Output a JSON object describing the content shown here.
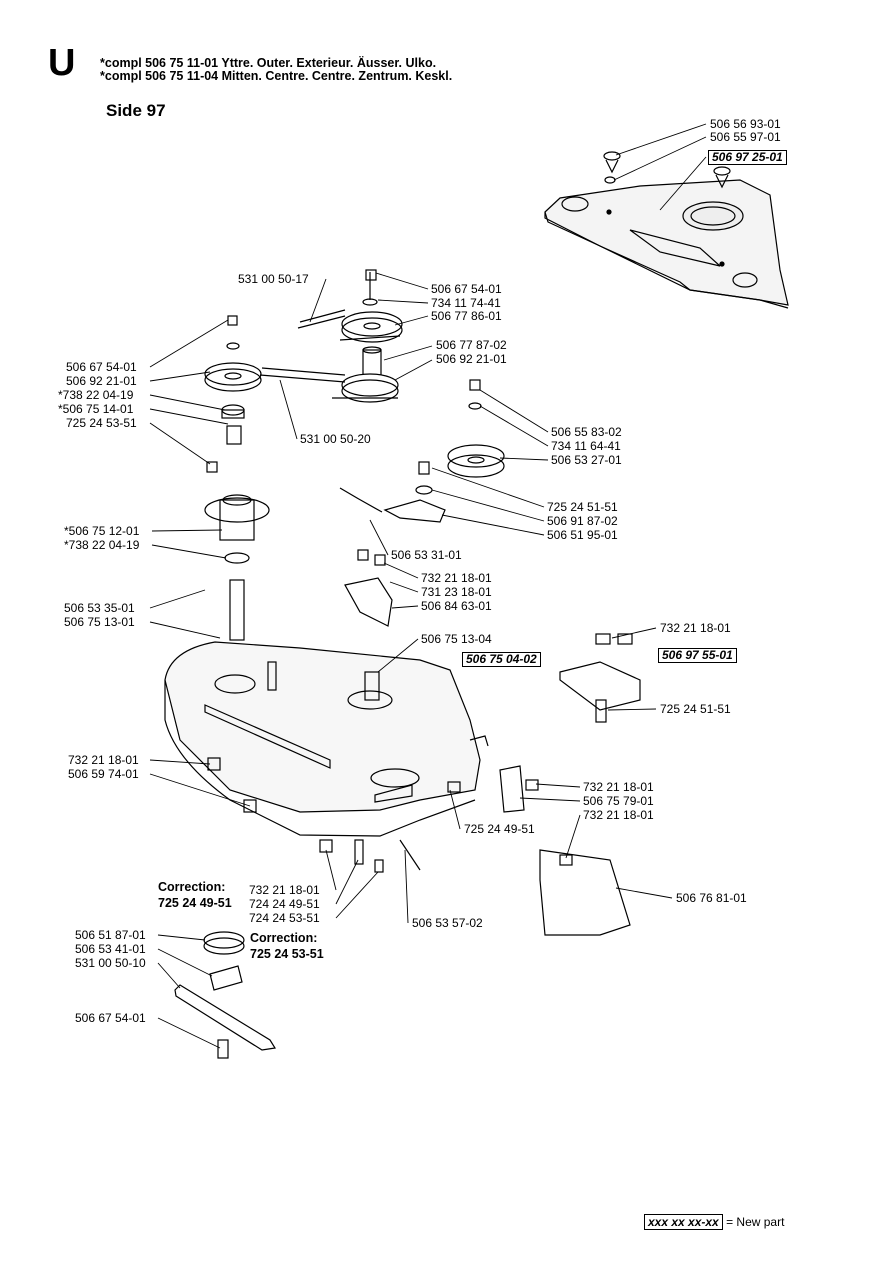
{
  "header": {
    "section_letter": "U",
    "line1": "*compl 506 75 11-01  Yttre. Outer. Exterieur. Äusser. Ulko.",
    "line2": "*compl 506 75 11-04  Mitten. Centre. Centre. Zentrum. Keskl.",
    "page_side": "Side 97"
  },
  "callouts": {
    "c01": "506 56 93-01",
    "c02": "506 55 97-01",
    "c03": "506 97 25-01",
    "c04": "531 00 50-17",
    "c05": "506 67 54-01",
    "c06": "734 11 74-41",
    "c07": "506 77 86-01",
    "c08": "506 77 87-02",
    "c09": "506 92 21-01",
    "c10": "506 67 54-01",
    "c11": "506 92 21-01",
    "c12": "*738 22 04-19",
    "c13": "*506 75 14-01",
    "c14": "725 24 53-51",
    "c15": "531 00 50-20",
    "c16": "506 55 83-02",
    "c17": "734 11 64-41",
    "c18": "506 53 27-01",
    "c19": "725 24 51-51",
    "c20": "506 91 87-02",
    "c21": "506 51 95-01",
    "c22": "*506 75 12-01",
    "c23": "*738 22 04-19",
    "c24": "506 53 31-01",
    "c25": "732 21 18-01",
    "c26": "731 23 18-01",
    "c27": "506 84 63-01",
    "c28": "506 53 35-01",
    "c29": "506 75 13-01",
    "c30": "506 75 13-04",
    "c31": "506 75 04-02",
    "c32": "732 21 18-01",
    "c33": "506 97 55-01",
    "c34": "725 24 51-51",
    "c35": "732 21 18-01",
    "c36": "506 59 74-01",
    "c37": "732 21 18-01",
    "c38": "506 75 79-01",
    "c39": "732 21 18-01",
    "c40": "725 24 49-51",
    "c41": "506 76 81-01",
    "c42": "732 21 18-01",
    "c43": "724 24 49-51",
    "c44": "724 24 53-51",
    "c45": "506 53 57-02",
    "c46": "506 51 87-01",
    "c47": "506 53 41-01",
    "c48": "531 00 50-10",
    "c49": "506 67 54-01"
  },
  "corrections": [
    {
      "heading": "Correction:",
      "part": "725 24 49-51"
    },
    {
      "heading": "Correction:",
      "part": "725 24 53-51"
    }
  ],
  "legend": {
    "code": "xxx xx xx-xx",
    "text": "= New part"
  }
}
